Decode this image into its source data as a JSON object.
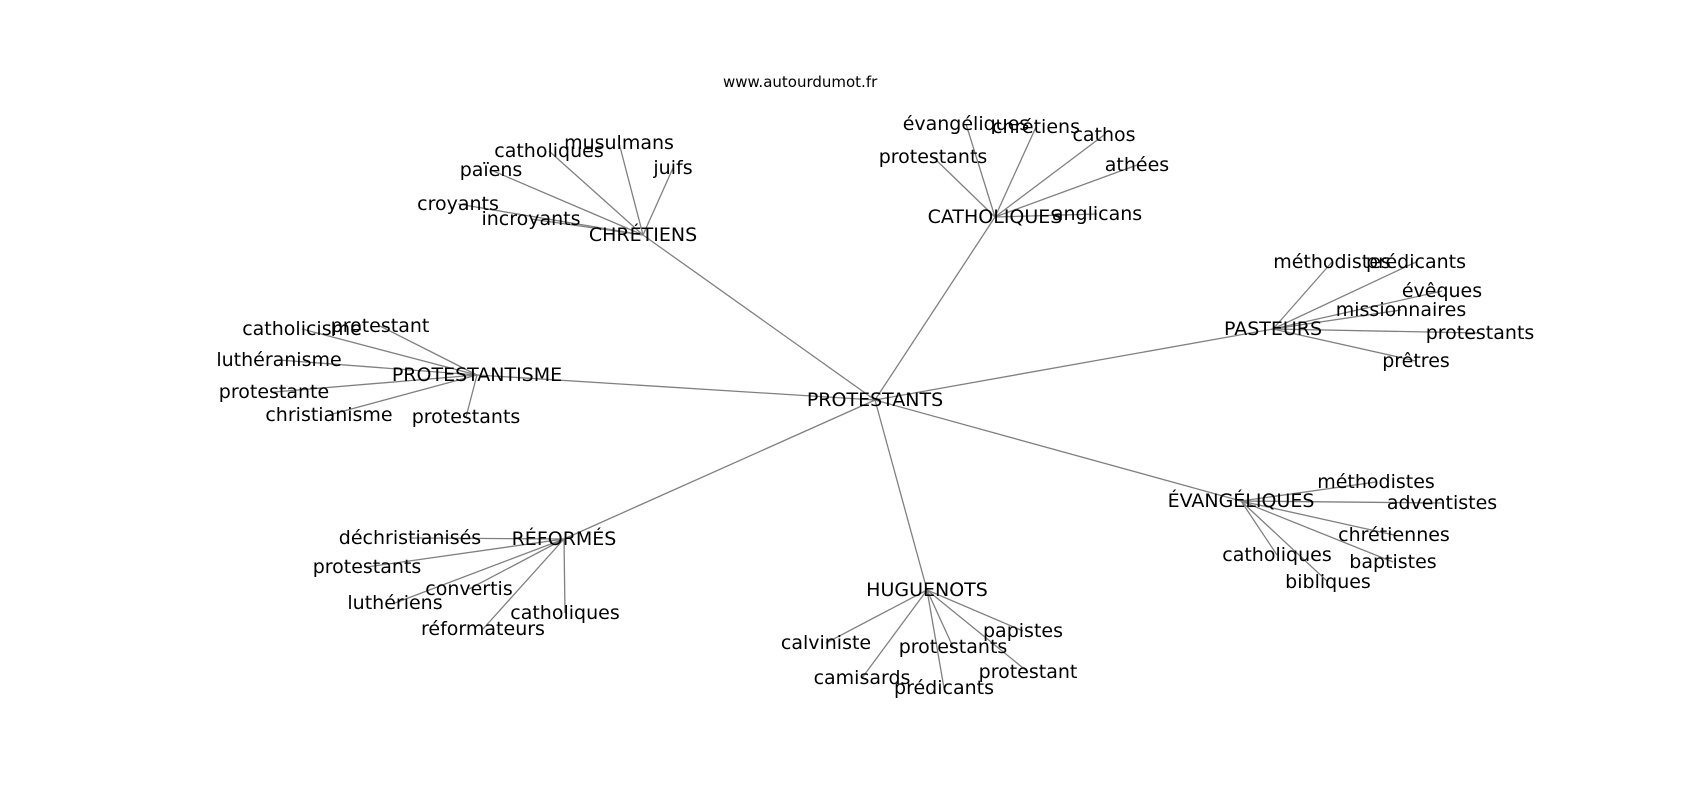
{
  "site": "www.autourdumot.fr",
  "center": "PROTESTANTS",
  "hubs": [
    {
      "id": "chretiens",
      "label": "CHRÉTIENS",
      "words": [
        "catholiques",
        "musulmans",
        "païens",
        "juifs",
        "croyants",
        "incroyants"
      ]
    },
    {
      "id": "catholiques",
      "label": "CATHOLIQUES",
      "words": [
        "évangéliques",
        "chrétiens",
        "cathos",
        "protestants",
        "athées",
        "anglicans"
      ]
    },
    {
      "id": "pasteurs",
      "label": "PASTEURS",
      "words": [
        "méthodistes",
        "prédicants",
        "évêques",
        "missionnaires",
        "protestants",
        "prêtres"
      ]
    },
    {
      "id": "protestantisme",
      "label": "PROTESTANTISME",
      "words": [
        "catholicisme",
        "protestant",
        "luthéranisme",
        "protestante",
        "christianisme",
        "protestants"
      ]
    },
    {
      "id": "evangeliques",
      "label": "ÉVANGÉLIQUES",
      "words": [
        "méthodistes",
        "adventistes",
        "chrétiennes",
        "catholiques",
        "baptistes",
        "bibliques"
      ]
    },
    {
      "id": "reformes",
      "label": "RÉFORMÉS",
      "words": [
        "déchristianisés",
        "protestants",
        "convertis",
        "luthériens",
        "catholiques",
        "réformateurs"
      ]
    },
    {
      "id": "huguenots",
      "label": "HUGUENOTS",
      "words": [
        "calviniste",
        "papistes",
        "protestants",
        "camisards",
        "protestant",
        "prédicants"
      ]
    }
  ]
}
